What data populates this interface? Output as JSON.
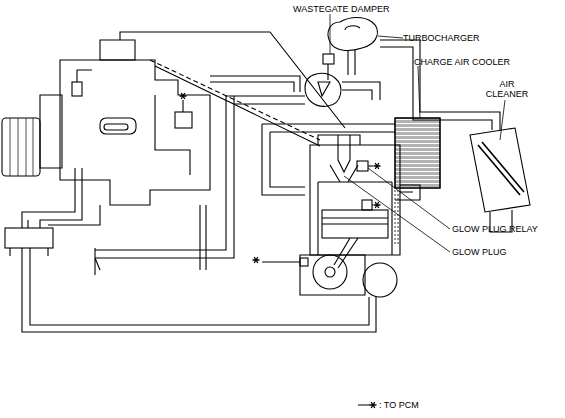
{
  "diagram": {
    "labels": [
      "WASTEGATE DAMPER",
      "TURBOCHARGER",
      "CHARGE AIR COOLER",
      "AIR CLEANER",
      "GLOW PLUG RELAY",
      "GLOW PLUG"
    ],
    "legend": [
      {
        "text": ": TO PCM"
      }
    ]
  }
}
